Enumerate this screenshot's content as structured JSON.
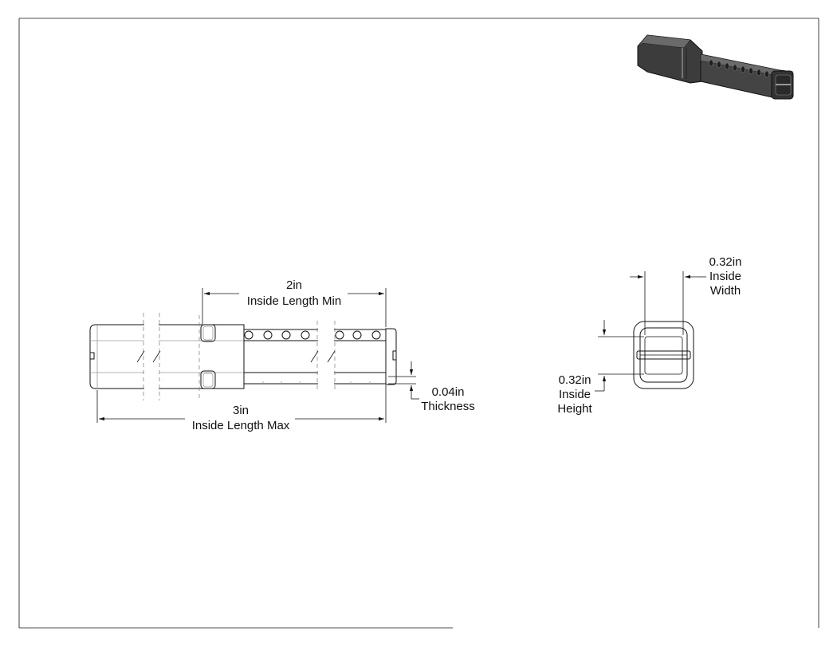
{
  "dimensions": {
    "min_length": {
      "value": "2in",
      "label": "Inside Length Min"
    },
    "max_length": {
      "value": "3in",
      "label": "Inside Length Max"
    },
    "thickness": {
      "value": "0.04in",
      "label": "Thickness"
    },
    "inside_width": {
      "value": "0.32in",
      "line1": "Inside",
      "line2": "Width"
    },
    "inside_height": {
      "value": "0.32in",
      "line1": "Inside",
      "line2": "Height"
    }
  },
  "colors": {
    "line": "#111111",
    "part_dark": "#3c3c3c",
    "part_light": "#6a6a6a"
  }
}
